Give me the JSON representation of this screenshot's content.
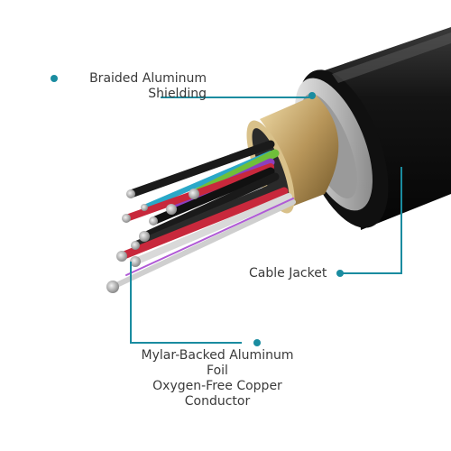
{
  "labels": {
    "shielding": [
      "Braided Aluminum",
      "Shielding"
    ],
    "jacket": "Cable Jacket",
    "bottom": [
      "Mylar-Backed Aluminum",
      "Foil",
      "Oxygen-Free Copper",
      "Conductor"
    ]
  },
  "colors": {
    "callout": "#1a8ca0",
    "jacket": "#141414",
    "shield": "#c9c9c9",
    "foil": "#c6a86a",
    "text": "#3a3a3a"
  },
  "wire_colors": [
    "#1a1a1a",
    "#2aa8c8",
    "#6fbf3a",
    "#8c3fbf",
    "#c8283c",
    "#d6d6d6",
    "#e6c84a"
  ]
}
